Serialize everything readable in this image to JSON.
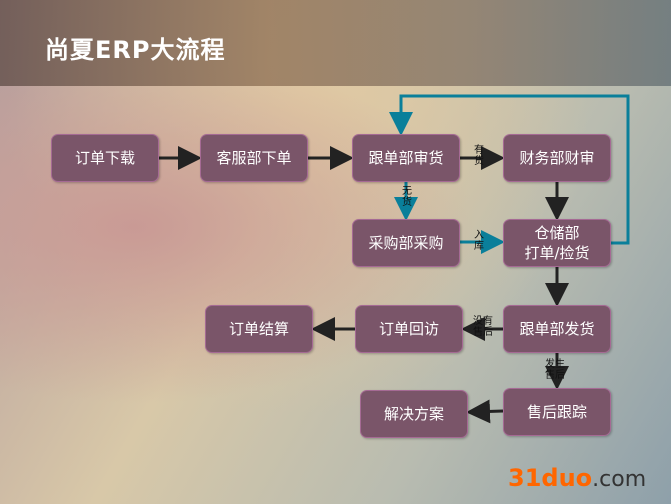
{
  "title": "尚夏ERP大流程",
  "nodes": {
    "order_download": "订单下载",
    "cs_order": "客服部下单",
    "follow_review": "跟单部审货",
    "finance_review": "财务部财审",
    "purchase": "采购部采购",
    "warehouse": "仓储部\n打单/捡货",
    "settlement": "订单结算",
    "revisit": "订单回访",
    "follow_ship": "跟单部发货",
    "solution": "解决方案",
    "after_sales": "售后跟踪"
  },
  "labels": {
    "in_stock": "有\n货",
    "no_stock": "无\n货",
    "inbound": "入\n库",
    "no_after_sales": "没有\n售后",
    "has_after_sales": "发生\n售后"
  },
  "watermark": {
    "brand": "31duo",
    "suffix": ".com"
  },
  "colors": {
    "box": "#7a5569",
    "loop": "#0a7f9a",
    "arrow": "#222222",
    "brand": "#ff6600"
  }
}
